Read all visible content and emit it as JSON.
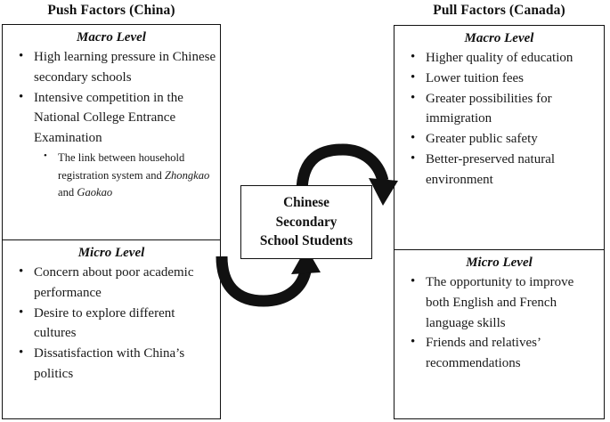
{
  "headers": {
    "push": "Push Factors (China)",
    "pull": "Pull Factors (Canada)"
  },
  "center_box": {
    "lines": [
      "Chinese",
      "Secondary",
      "School Students"
    ]
  },
  "push_box": {
    "macro": {
      "title": "Macro Level",
      "items": [
        "High learning pressure in Chinese secondary schools",
        "Intensive competition in the National College Entrance Examination"
      ],
      "subitems": [
        {
          "prefix": "The link between household registration system and ",
          "italic1": "Zhongkao",
          "middle": " and ",
          "italic2": "Gaokao"
        }
      ]
    },
    "micro": {
      "title": "Micro Level",
      "items": [
        "Concern about poor academic performance",
        "Desire to explore  different cultures",
        "Dissatisfaction with China’s politics"
      ]
    }
  },
  "pull_box": {
    "macro": {
      "title": "Macro Level",
      "items": [
        "Higher quality of education",
        "Lower tuition fees",
        "Greater possibilities for immigration",
        "Greater public safety",
        "Better-preserved natural environment"
      ]
    },
    "micro": {
      "title": "Micro Level",
      "items": [
        "The opportunity to improve both English and French language skills",
        "Friends and relatives’ recommendations"
      ]
    }
  },
  "arrows": [
    {
      "name": "arrow-push-to-center-top",
      "description": "curved arrow arcing over the center box from left to right, arrowhead pointing down-right toward the Pull Factors box"
    },
    {
      "name": "arrow-center-to-pull-bottom",
      "description": "curved arrow arcing under the center box from left to right, arrowhead pointing up-right toward the center box"
    }
  ],
  "colors": {
    "ink": "#111111",
    "background": "#ffffff"
  }
}
